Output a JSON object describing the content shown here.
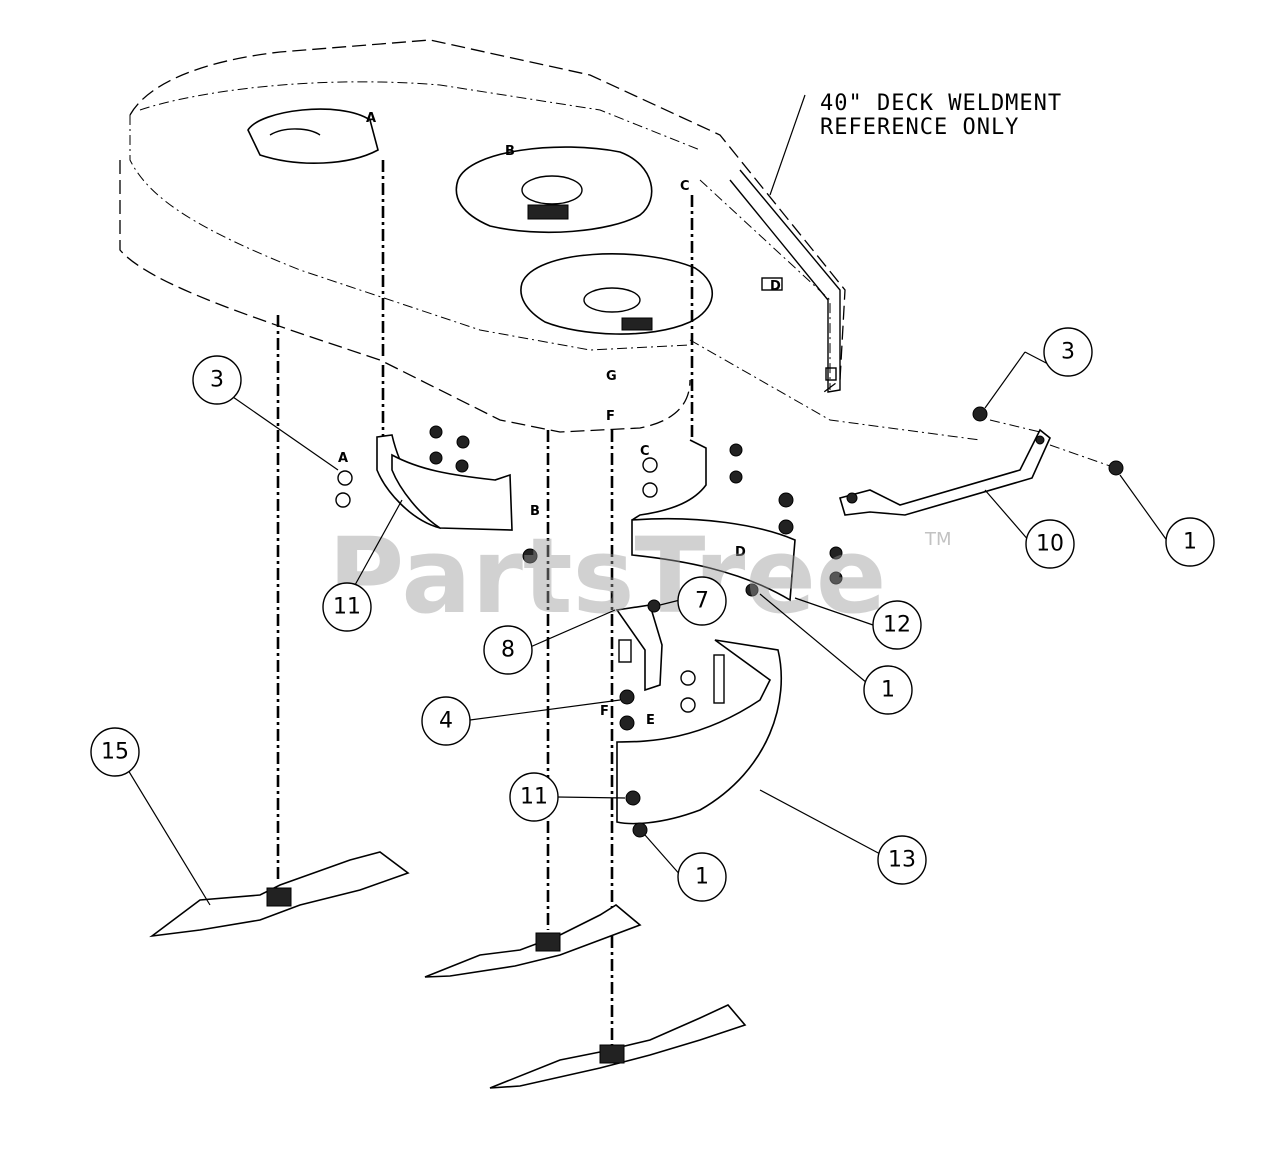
{
  "reference_note": {
    "line1": "40\" DECK WELDMENT",
    "line2": "REFERENCE ONLY"
  },
  "watermark": {
    "text": "PartsTree",
    "trademark": "TM"
  },
  "callouts": [
    {
      "id": "c-3-left",
      "label": "3"
    },
    {
      "id": "c-11-left",
      "label": "11"
    },
    {
      "id": "c-8",
      "label": "8"
    },
    {
      "id": "c-7",
      "label": "7"
    },
    {
      "id": "c-3-right",
      "label": "3"
    },
    {
      "id": "c-10",
      "label": "10"
    },
    {
      "id": "c-1-right",
      "label": "1"
    },
    {
      "id": "c-12",
      "label": "12"
    },
    {
      "id": "c-1-mid",
      "label": "1"
    },
    {
      "id": "c-4",
      "label": "4"
    },
    {
      "id": "c-11-mid",
      "label": "11"
    },
    {
      "id": "c-1-bottom",
      "label": "1"
    },
    {
      "id": "c-13",
      "label": "13"
    },
    {
      "id": "c-15",
      "label": "15"
    }
  ],
  "alignment_letters": [
    "A",
    "B",
    "C",
    "D",
    "E",
    "F",
    "G"
  ]
}
